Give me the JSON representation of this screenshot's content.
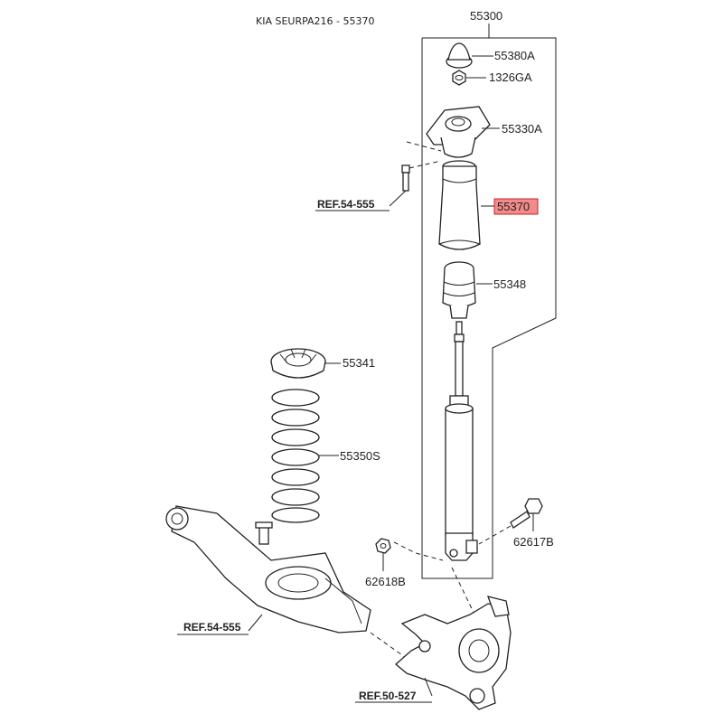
{
  "title": "KIA SEURPA216 - 55370",
  "highlight_color": "#f28b8b",
  "parts": {
    "assembly": "55300",
    "top_cap": "55380A",
    "nut": "1326GA",
    "mount": "55330A",
    "dust_cover": "55370",
    "bump_stopper": "55348",
    "spring_pad": "55341",
    "coil_spring": "55350S",
    "bolt": "62617B",
    "nut_lower": "62618B"
  },
  "refs": {
    "ref_top": "REF.54-555",
    "ref_arm": "REF.54-555",
    "ref_knuckle": "REF.50-527"
  }
}
